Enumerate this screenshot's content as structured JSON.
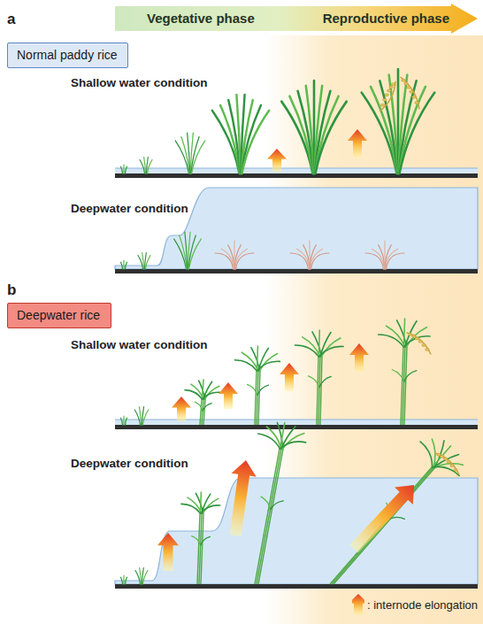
{
  "diagram": {
    "nodes": [
      {
        "text": [
          "Vegetative phase",
          "Reproductive phase"
        ]
      },
      {
        "text": [
          "Normal paddy rice"
        ]
      },
      {
        "text": [
          "Deepwater rice"
        ]
      }
    ],
    "labels": [
      "a",
      "Shallow water condition",
      "Deepwater condition",
      "b",
      "Shallow water condition",
      "Deepwater condition"
    ],
    "legend": [
      {
        "text": ": internode elongation"
      }
    ]
  }
}
